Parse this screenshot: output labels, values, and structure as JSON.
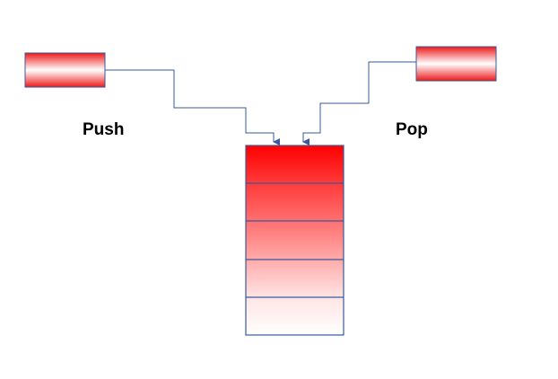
{
  "labels": {
    "push": "Push",
    "pop": "Pop"
  },
  "stack": {
    "slot_count": 5,
    "colors": [
      "#ff0000",
      "#ff3a3a",
      "#ff7070",
      "#ffaaaa",
      "#ffe4e4",
      "#ffffff"
    ],
    "border_color": "#3a5a9a"
  },
  "elements": {
    "count": 2,
    "color_edge": "#ee1a1a",
    "color_center": "#ffffff",
    "border_color": "#3a5a9a"
  },
  "connector_color": "#3a5a9a"
}
